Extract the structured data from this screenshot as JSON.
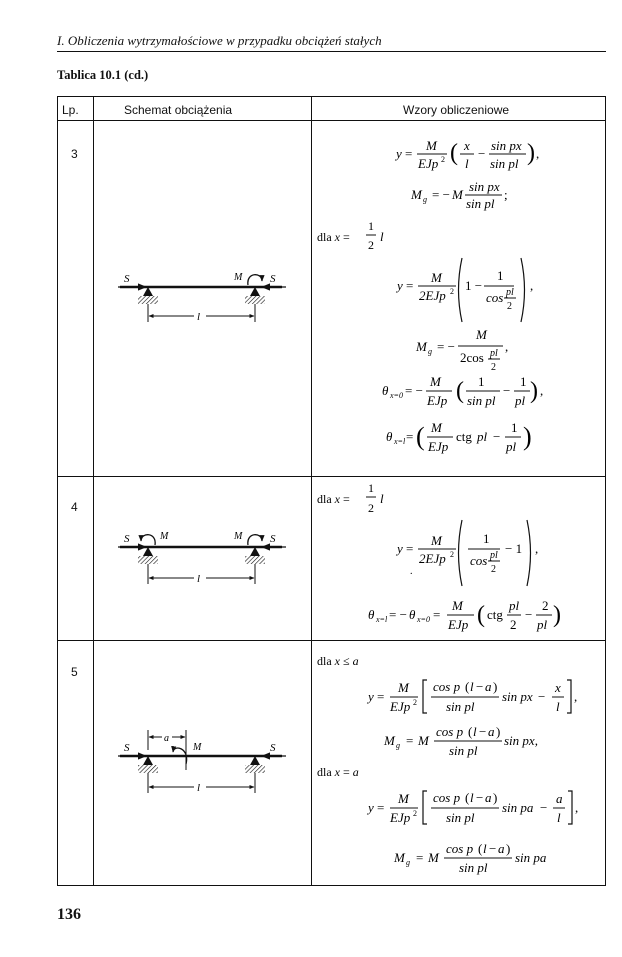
{
  "header": {
    "title": "I. Obliczenia wytrzymałościowe w przypadku obciążeń stałych"
  },
  "table_title": "Tablica 10.1 (cd.)",
  "columns": {
    "lp": "Lp.",
    "schemat": "Schemat obciążenia",
    "wzory": "Wzory obliczeniowe"
  },
  "rows": [
    {
      "lp": "3",
      "diagram": {
        "s_left": "S",
        "s_right": "S",
        "m": "M",
        "l": "l"
      },
      "cond": "dla x = ½ l"
    },
    {
      "lp": "4",
      "diagram": {
        "s_left": "S",
        "s_right": "S",
        "m_left": "M",
        "m_right": "M",
        "l": "l"
      },
      "cond": "dla x = ½ l"
    },
    {
      "lp": "5",
      "diagram": {
        "s_left": "S",
        "s_right": "S",
        "m": "M",
        "a": "a",
        "l": "l"
      },
      "cond1": "dla x ≤ a",
      "cond2": "dla x = a"
    }
  ],
  "page_number": "136"
}
